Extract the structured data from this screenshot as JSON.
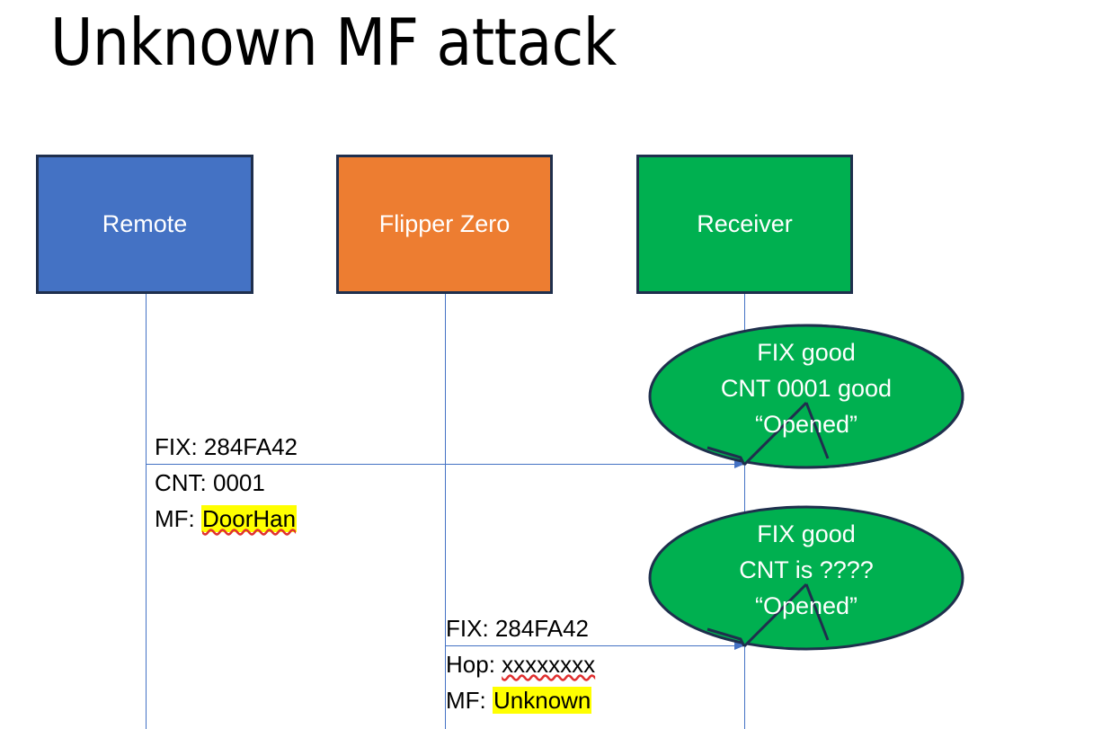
{
  "slide": {
    "title": "Unknown MF attack",
    "background_color": "#FFFFFF"
  },
  "colors": {
    "remote_blue": "#4472C4",
    "flipper_orange": "#ED7D31",
    "receiver_green": "#00B050",
    "box_border": "#1F2F4D",
    "lifeline_blue": "#4472C4",
    "highlight_yellow": "#FFFF00",
    "spellcheck_red": "#E03030",
    "callout_text": "#FFFFFF"
  },
  "actors": [
    {
      "id": "remote",
      "label": "Remote"
    },
    {
      "id": "flipper",
      "label": "Flipper Zero"
    },
    {
      "id": "receiver",
      "label": "Receiver"
    }
  ],
  "messages": [
    {
      "id": "msg-1",
      "from": "remote",
      "to": "receiver",
      "lines": [
        {
          "prefix": "FIX: ",
          "value": "284FA42",
          "highlight": false,
          "spellcheck": false
        },
        {
          "prefix": "CNT: ",
          "value": "0001",
          "highlight": false,
          "spellcheck": false
        },
        {
          "prefix": "MF: ",
          "value": "DoorHan",
          "highlight": true,
          "spellcheck": true
        }
      ]
    },
    {
      "id": "msg-2",
      "from": "flipper",
      "to": "receiver",
      "lines": [
        {
          "prefix": "FIX: ",
          "value": "284FA42",
          "highlight": false,
          "spellcheck": false
        },
        {
          "prefix": "Hop: ",
          "value": "xxxxxxxx",
          "highlight": false,
          "spellcheck": true
        },
        {
          "prefix": "MF: ",
          "value": "Unknown",
          "highlight": true,
          "spellcheck": false
        }
      ]
    }
  ],
  "callouts": [
    {
      "id": "callout-1",
      "owner": "receiver",
      "line1": "FIX good",
      "line2": "CNT 0001 good",
      "line3": "“Opened”"
    },
    {
      "id": "callout-2",
      "owner": "receiver",
      "line1": "FIX good",
      "line2": "CNT is ????",
      "line3": "“Opened”"
    }
  ]
}
